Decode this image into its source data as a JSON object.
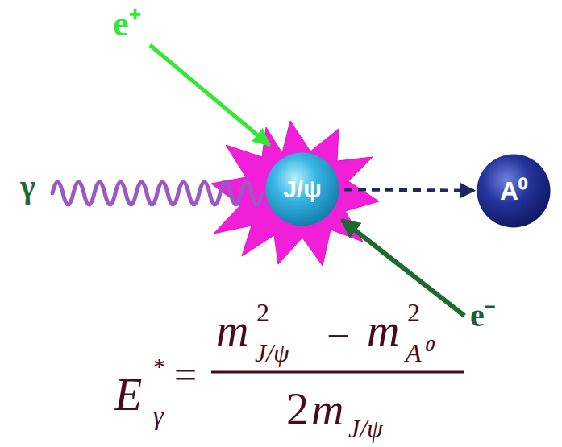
{
  "diagram": {
    "nodes": [
      {
        "text": [
          "J/ψ"
        ]
      },
      {
        "text": [
          "A⁰"
        ]
      }
    ],
    "edges": [
      {
        "from": 0,
        "to": 1,
        "arrow": "to"
      }
    ],
    "labels": [
      "e⁺",
      "γ",
      "e⁻",
      "E",
      "*",
      "γ",
      "=",
      "m",
      "2",
      "J/ψ",
      "−",
      "m",
      "2",
      "A⁰",
      "2",
      "m",
      "J/ψ"
    ]
  }
}
